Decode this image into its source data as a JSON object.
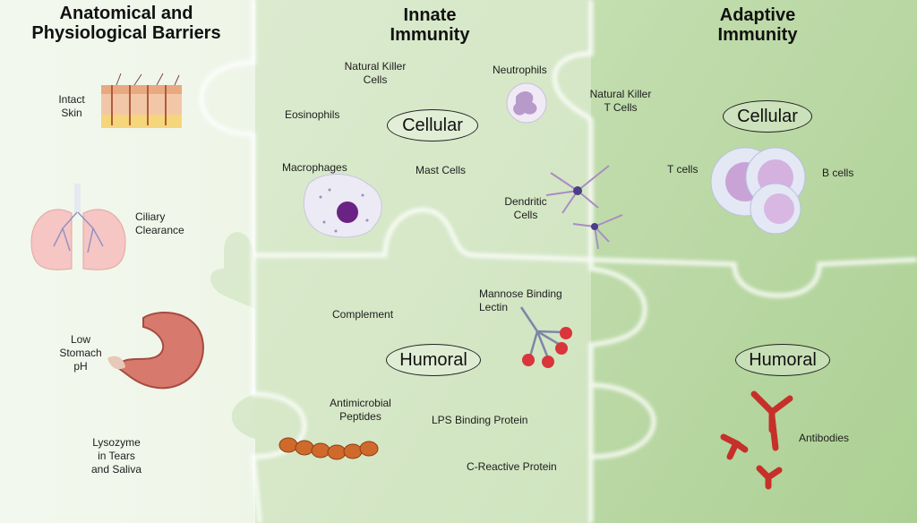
{
  "titles": {
    "barriers": "Anatomical and\nPhysiological Barriers",
    "innate": "Innate\nImmunity",
    "adaptive": "Adaptive\nImmunity"
  },
  "ovals": {
    "innate_cellular": "Cellular",
    "innate_humoral": "Humoral",
    "adaptive_cellular": "Cellular",
    "adaptive_humoral": "Humoral"
  },
  "barriers": {
    "skin": "Intact\nSkin",
    "ciliary": "Ciliary\nClearance",
    "stomach": "Low\nStomach\npH",
    "lysozyme": "Lysozyme\nin Tears\nand Saliva"
  },
  "innate_cellular": {
    "nk_cells": "Natural Killer\nCells",
    "neutrophils": "Neutrophils",
    "nk_t_cells": "Natural Killer\nT Cells",
    "eosinophils": "Eosinophils",
    "macrophages": "Macrophages",
    "mast_cells": "Mast Cells",
    "dendritic": "Dendritic\nCells"
  },
  "innate_humoral": {
    "mannose": "Mannose Binding\nLectin",
    "complement": "Complement",
    "antimicrobial": "Antimicrobial\nPeptides",
    "lps": "LPS Binding Protein",
    "crp": "C-Reactive Protein"
  },
  "adaptive": {
    "t_cells": "T cells",
    "b_cells": "B cells",
    "antibodies": "Antibodies"
  },
  "colors": {
    "panel_light": "#e8f1df",
    "panel_mid": "#d6e8c8",
    "panel_dark": "#b9d7a4",
    "seam": "#ffffff"
  }
}
